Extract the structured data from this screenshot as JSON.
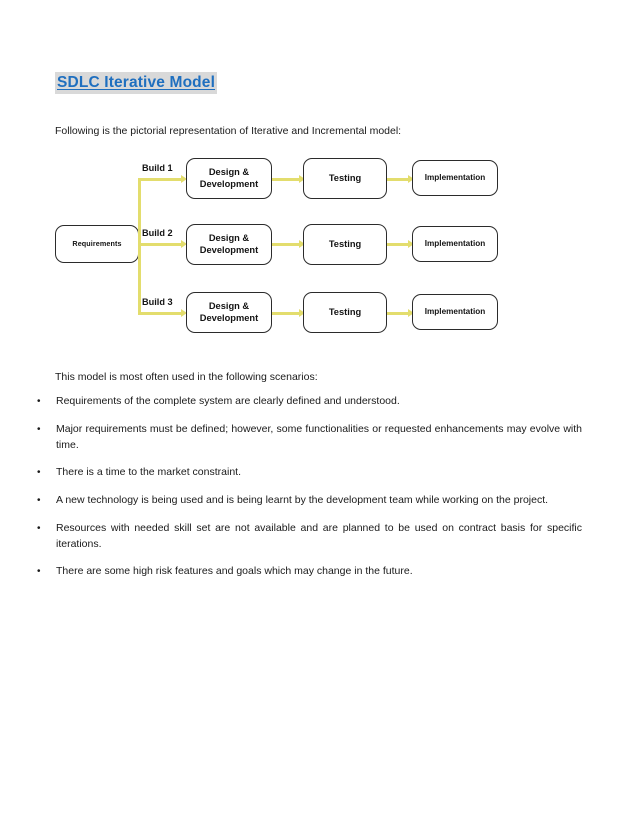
{
  "document": {
    "title": "SDLC Iterative Model",
    "intro": "Following is the pictorial representation of Iterative and Incremental model:",
    "lead": "This model is most often used in the following scenarios:",
    "bullet_marker": "•"
  },
  "colors": {
    "title_text": "#1f6fbf",
    "title_highlight": "#d9d9d9",
    "connector_yellow": "#e3dd6d",
    "node_border": "#2b2b2b",
    "body_text": "#1a1a1a",
    "page_background": "#ffffff"
  },
  "diagram": {
    "type": "flowchart",
    "start_node": "Requirements",
    "branch_labels": [
      "Build 1",
      "Build 2",
      "Build 3"
    ],
    "rows": [
      {
        "build": "Build 1",
        "stages": [
          "Design & Development",
          "Testing",
          "Implementation"
        ]
      },
      {
        "build": "Build 2",
        "stages": [
          "Design & Development",
          "Testing",
          "Implementation"
        ]
      },
      {
        "build": "Build 3",
        "stages": [
          "Design & Development",
          "Testing",
          "Implementation"
        ]
      }
    ],
    "stage_names": {
      "design": "Design &",
      "development": "Development",
      "testing": "Testing",
      "implementation": "Implementation"
    }
  },
  "scenarios": [
    "Requirements of the complete system are clearly defined and understood.",
    "Major requirements must be defined; however, some functionalities or requested enhancements may evolve with time.",
    "There is a time to the market constraint.",
    "A new technology is being used and is being learnt by the development team while working on the project.",
    "Resources with needed skill set are not available and are planned to be used on contract basis for specific iterations.",
    "There are some high risk features and goals which may change in the future."
  ]
}
